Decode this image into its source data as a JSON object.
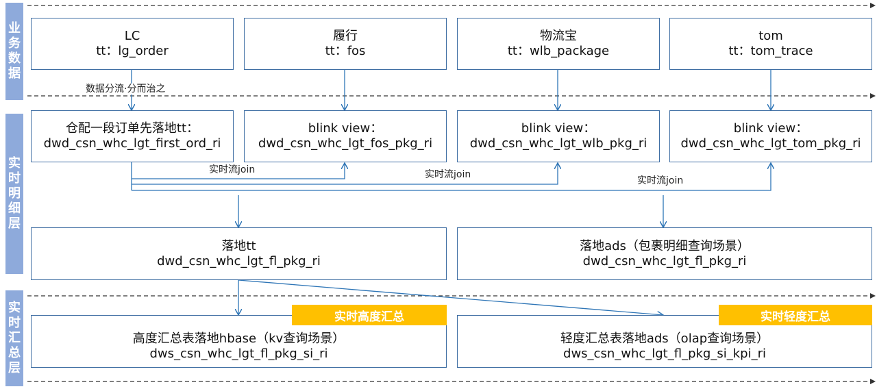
{
  "layers": [
    {
      "label": "业务数据"
    },
    {
      "label": "实时明细层"
    },
    {
      "label": "实时汇总层"
    }
  ],
  "sources": [
    {
      "line1": "LC",
      "line2": "tt：lg_order"
    },
    {
      "line1": "履行",
      "line2": "tt：fos"
    },
    {
      "line1": "物流宝",
      "line2": "tt：wlb_package"
    },
    {
      "line1": "tom",
      "line2": "tt：tom_trace"
    }
  ],
  "detail": [
    {
      "line1": "仓配一段订单先落地tt：",
      "line2": "dwd_csn_whc_lgt_first_ord_ri"
    },
    {
      "line1": "blink view：",
      "line2": "dwd_csn_whc_lgt_fos_pkg_ri"
    },
    {
      "line1": "blink view：",
      "line2": "dwd_csn_whc_lgt_wlb_pkg_ri"
    },
    {
      "line1": "blink view：",
      "line2": "dwd_csn_whc_lgt_tom_pkg_ri"
    }
  ],
  "landing": [
    {
      "line1": "落地tt",
      "line2": "dwd_csn_whc_lgt_fl_pkg_ri"
    },
    {
      "line1": "落地ads（包裹明细查询场景）",
      "line2": "dwd_csn_whc_lgt_fl_pkg_ri"
    }
  ],
  "summary": [
    {
      "line1": "高度汇总表落地hbase（kv查询场景）",
      "line2": "dws_csn_whc_lgt_fl_pkg_si_ri",
      "tag": "实时高度汇总"
    },
    {
      "line1": "轻度汇总表落地ads（olap查询场景）",
      "line2": "dws_csn_whc_lgt_fl_pkg_si_kpi_ri",
      "tag": "实时轻度汇总"
    }
  ],
  "edge_labels": {
    "split": "数据分流·分而治之",
    "join1": "实时流join",
    "join2": "实时流join",
    "join3": "实时流join"
  },
  "colors": {
    "box_border": "#3f6ea3",
    "arrow": "#2e75b6",
    "layer_bg": "#8eaadb",
    "tag_bg": "#ffc000"
  }
}
